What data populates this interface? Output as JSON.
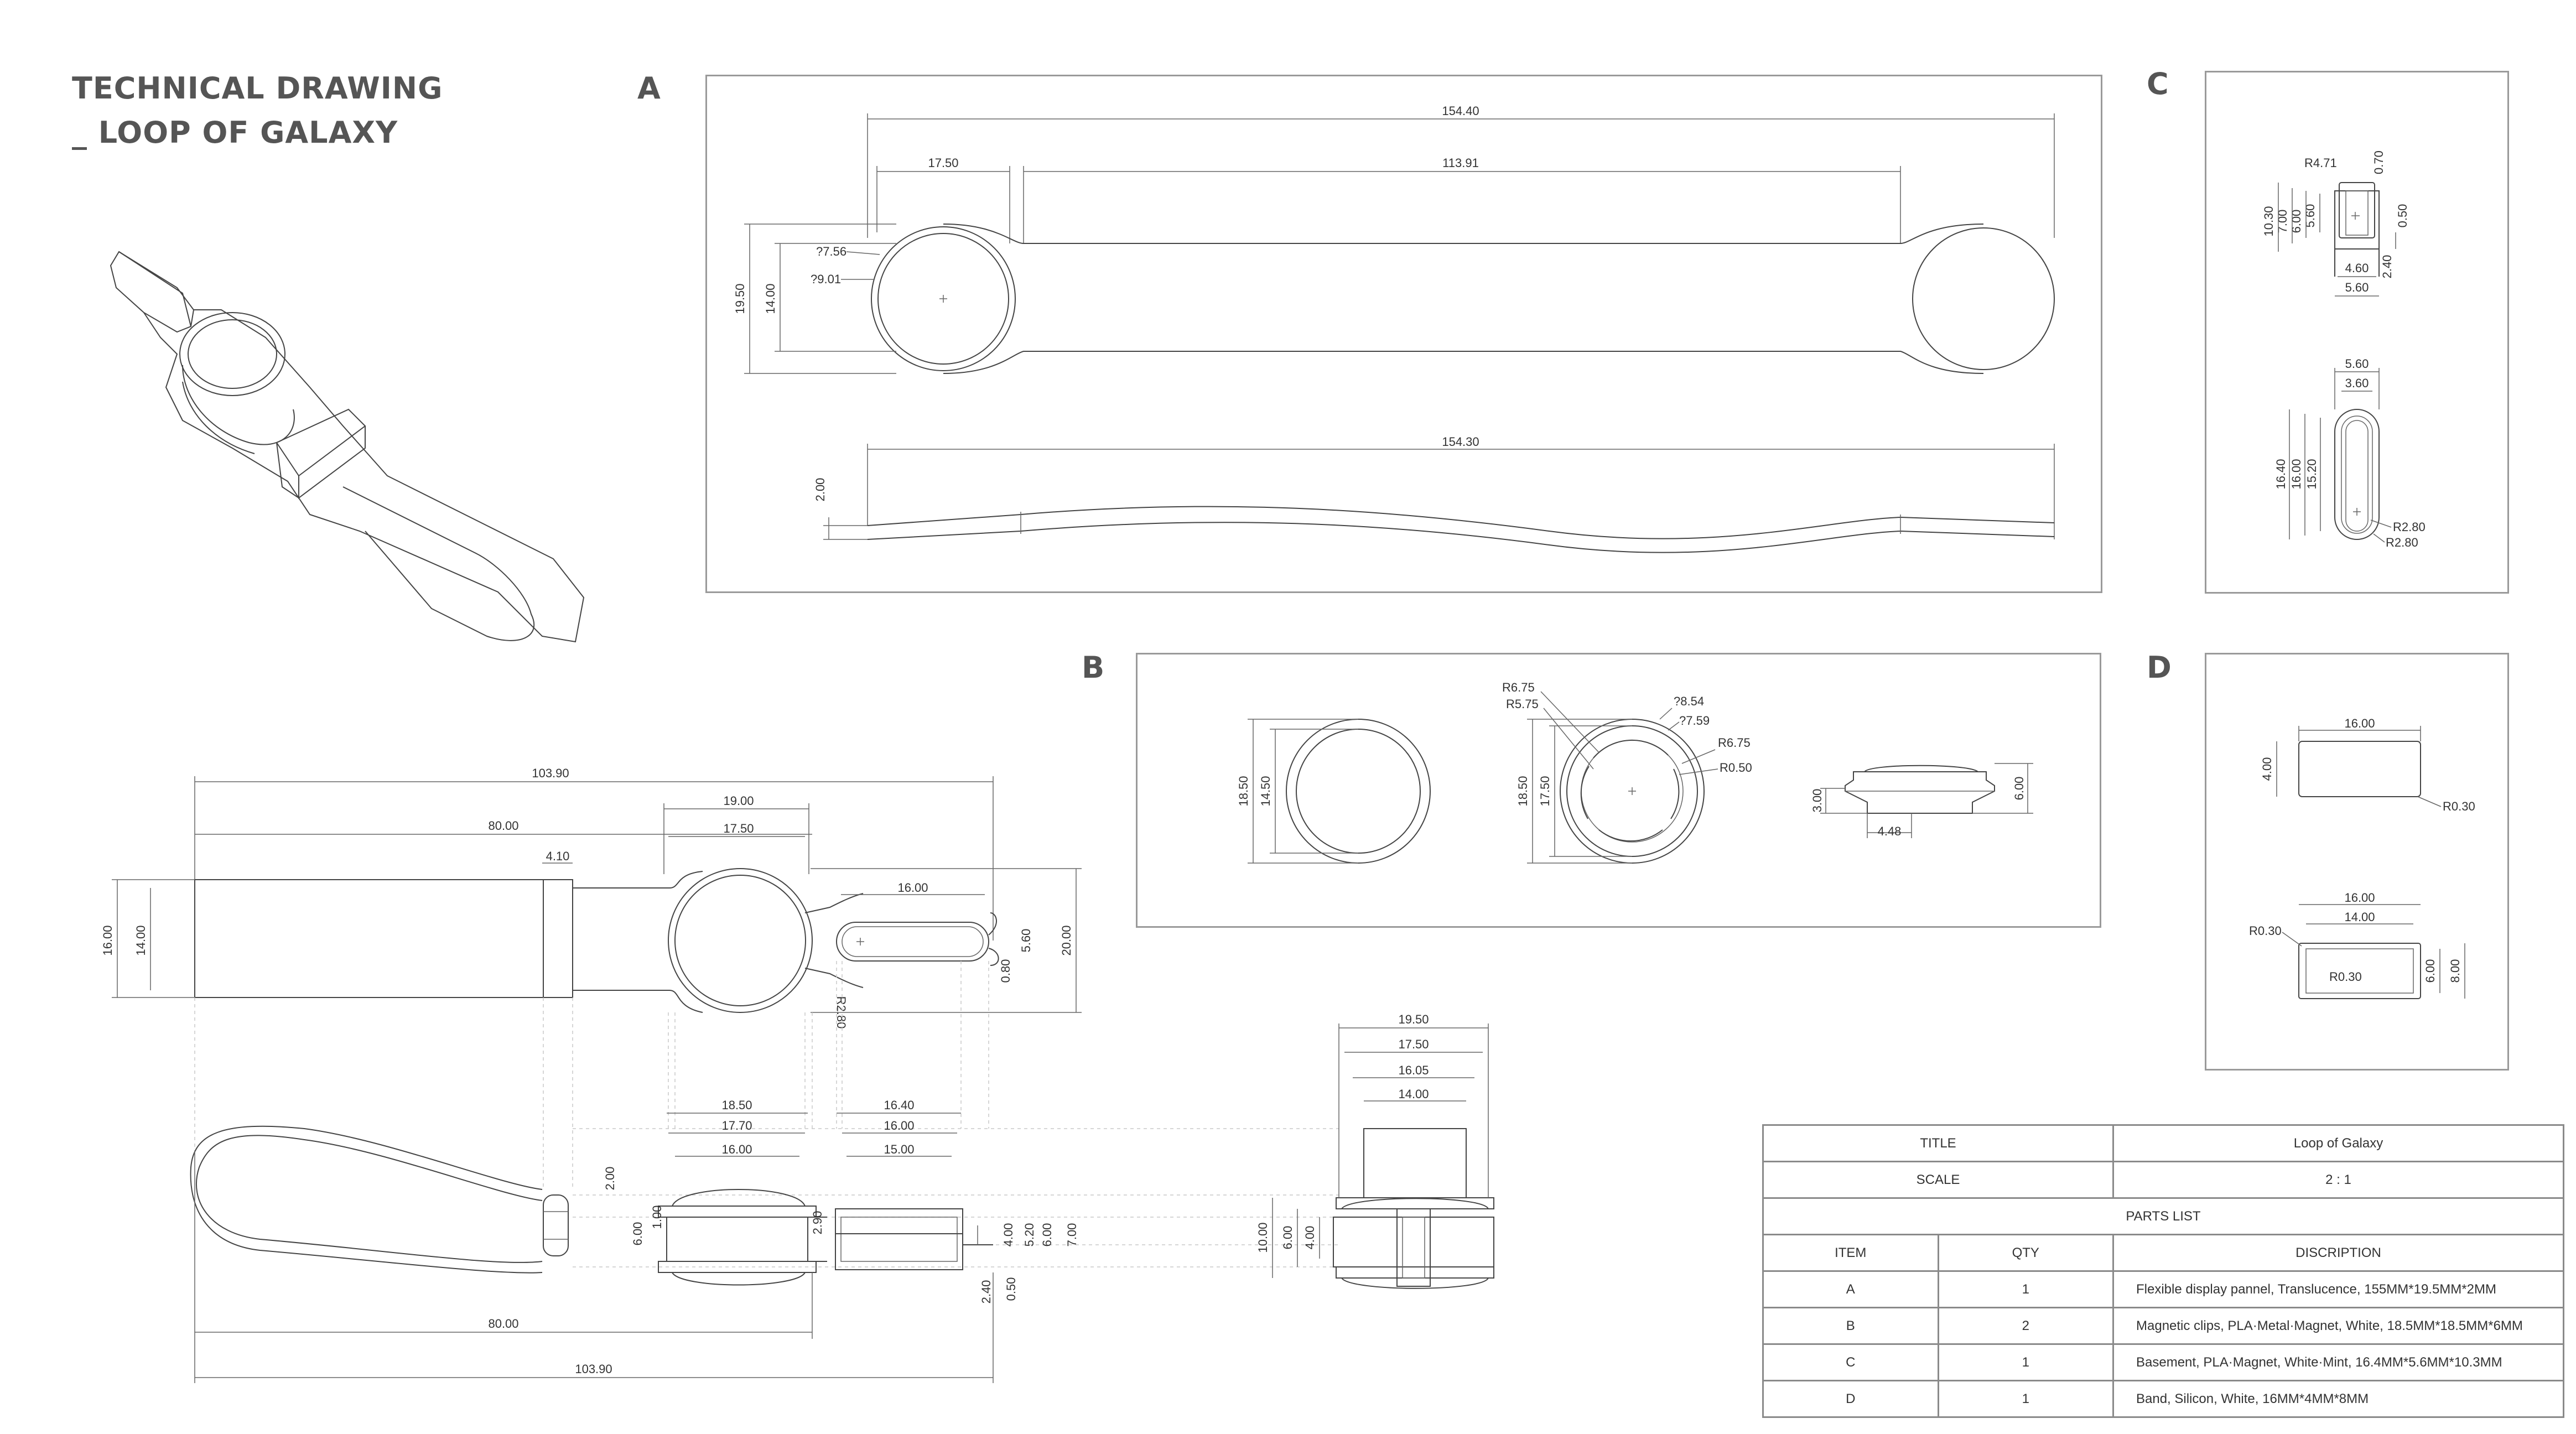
{
  "title": {
    "line1": "TECHNICAL DRAWING",
    "line2": "_ LOOP OF GALAXY"
  },
  "sections": {
    "a": "A",
    "b": "B",
    "c": "C",
    "d": "D"
  },
  "dims": {
    "a_overall_top": "154.40",
    "a_left": "17.50",
    "a_mid": "113.91",
    "a_d1": "?7.56",
    "a_d2": "?9.01",
    "a_h1": "19.50",
    "a_h2": "14.00",
    "a_overall_side": "154.30",
    "a_thk": "2.00",
    "b_h1": "18.50",
    "b_h2": "14.50",
    "b_r1": "R6.75",
    "b_r2": "R5.75",
    "b_d1": "?8.54",
    "b_d2": "?7.59",
    "b_r3": "R6.75",
    "b_r4": "R0.50",
    "b_h3": "18.50",
    "b_h4": "17.50",
    "b_side_h": "3.00",
    "b_side_w": "4.48",
    "b_side_h2": "6.00",
    "c_r": "R4.71",
    "c_t1": "0.70",
    "c_h1": "10.30",
    "c_h2": "7.00",
    "c_h3": "6.00",
    "c_h4": "5.60",
    "c_w1": "4.60",
    "c_w2": "5.60",
    "c_t2": "0.50",
    "c_t3": "2.40",
    "c_top1": "5.60",
    "c_top2": "3.60",
    "c_v1": "16.40",
    "c_v2": "16.00",
    "c_v3": "15.20",
    "c_r2": "R2.80",
    "c_r3": "R2.80",
    "d_w1": "16.00",
    "d_h1": "4.00",
    "d_r1": "R0.30",
    "d_w2": "16.00",
    "d_w3": "14.00",
    "d_r2": "R0.30",
    "d_r3": "R0.30",
    "d_h2": "6.00",
    "d_h3": "8.00",
    "m_103": "103.90",
    "m_80": "80.00",
    "m_19": "19.00",
    "m_175": "17.50",
    "m_41": "4.10",
    "m_16": "16.00",
    "m_16v": "16.00",
    "m_14v": "14.00",
    "m_20v": "20.00",
    "m_560": "5.60",
    "m_080": "0.80",
    "m_r280": "R2.80",
    "s_185": "18.50",
    "s_177": "17.70",
    "s_160": "16.00",
    "s_164": "16.40",
    "s_160b": "16.00",
    "s_150": "15.00",
    "s_200": "2.00",
    "s_600": "6.00",
    "s_100": "1.00",
    "s_290": "2.90",
    "s_400": "4.00",
    "s_520": "5.20",
    "s_600b": "6.00",
    "s_700": "7.00",
    "s_240": "2.40",
    "s_050": "0.50",
    "s_80": "80.00",
    "s_103": "103.90",
    "f_195": "19.50",
    "f_175": "17.50",
    "f_1605": "16.05",
    "f_140": "14.00",
    "f_1000": "10.00",
    "f_600": "6.00",
    "f_400": "4.00"
  },
  "table": {
    "title_label": "TITLE",
    "title_value": "Loop of Galaxy",
    "scale_label": "SCALE",
    "scale_value": "2 : 1",
    "parts_header": "PARTS LIST",
    "col_item": "ITEM",
    "col_qty": "QTY",
    "col_desc": "DISCRIPTION",
    "rows": [
      {
        "item": "A",
        "qty": "1",
        "desc": "Flexible display pannel, Translucence, 155MM*19.5MM*2MM"
      },
      {
        "item": "B",
        "qty": "2",
        "desc": "Magnetic clips, PLA·Metal·Magnet, White, 18.5MM*18.5MM*6MM"
      },
      {
        "item": "C",
        "qty": "1",
        "desc": "Basement, PLA·Magnet, White·Mint, 16.4MM*5.6MM*10.3MM"
      },
      {
        "item": "D",
        "qty": "1",
        "desc": "Band, Silicon, White, 16MM*4MM*8MM"
      }
    ]
  },
  "colors": {
    "line": "#444444",
    "frame": "#9a9a9a",
    "projection": "#c8c8c8"
  }
}
